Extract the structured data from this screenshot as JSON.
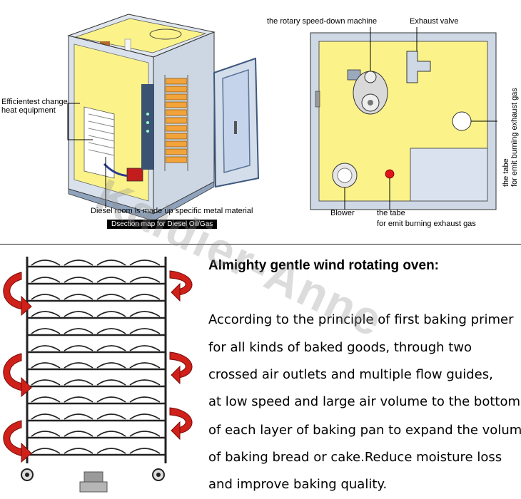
{
  "colors": {
    "housing": "#fbf38a",
    "steel_blue": "#cfd9e6",
    "frame_blue": "#7f98b8",
    "tray_orange": "#f2a33a",
    "arrow_red": "#d0201a",
    "burner_red": "#c21d1d",
    "exit_red": "#e0141a"
  },
  "icons": {
    "rotation": "curved-arrow-icon",
    "blower": "blower-icon",
    "exhaust": "exhaust-port-icon"
  },
  "labels": {
    "heat_equipment_line1": "Efficientest   change",
    "heat_equipment_line2": "heat equipment",
    "diesel_room": "Diesel room is made up specific metal material",
    "dsection_caption": "Dsection map for Diesel Oil/Gas",
    "speed_down": "the rotary speed-down machine",
    "exhaust_valve": "Exhaust valve",
    "blower": "Blower",
    "tabe_bottom_line1": "the tabe",
    "tabe_bottom_line2": "for emit burning exhaust gas",
    "tabe_side_line1": "the tabe",
    "tabe_side_line2": "for emit burning exhaust gas"
  },
  "watermark": "Kaidier-Anne",
  "description": {
    "title": "Almighty gentle wind rotating oven:",
    "lines": [
      "According to the principle of first baking primer",
      "for all kinds of baked goods, through two",
      "crossed air outlets and multiple flow guides,",
      "at low speed and large air volume to the bottom",
      "of each layer of baking pan to expand the volume",
      "of baking bread or cake.Reduce moisture loss",
      "and improve baking quality."
    ]
  }
}
